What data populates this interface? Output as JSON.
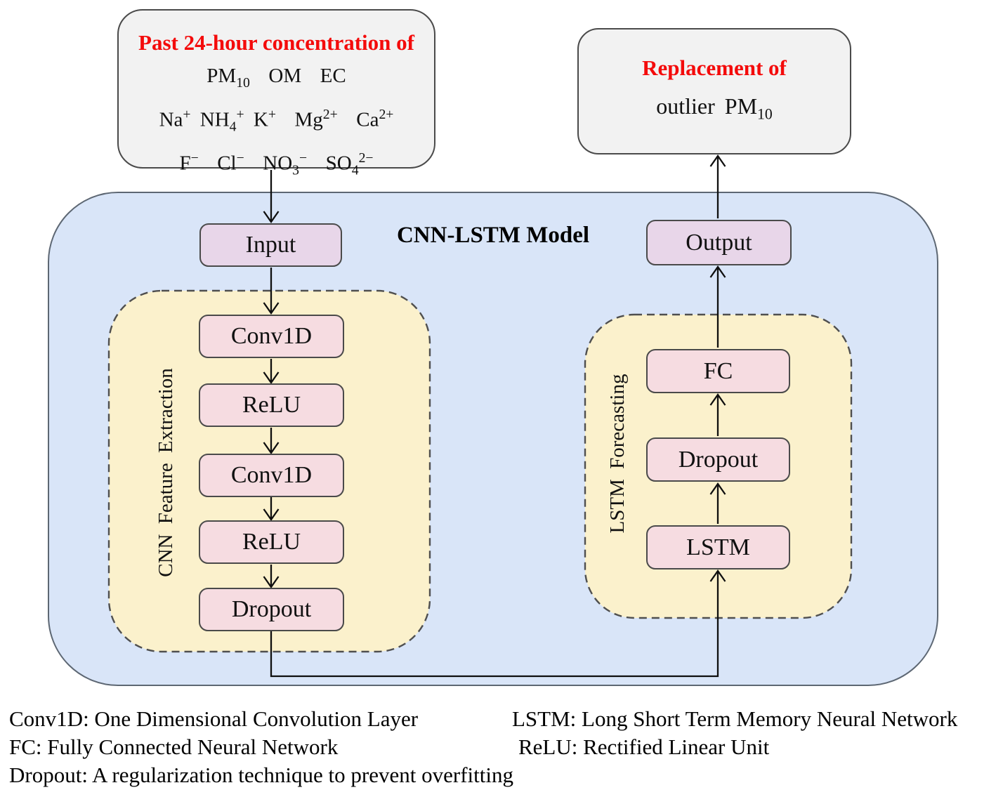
{
  "source_box": {
    "title": "Past 24-hour concentration of",
    "rows": [
      "PM<sub>10</sub>&nbsp; OM&nbsp; EC",
      "Na<sup>+</sup> NH<sub>4</sub><sup>+</sup> K<sup>+</sup>&nbsp; Mg<sup>2+</sup>&nbsp; Ca<sup>2+</sup>",
      "F<sup>−</sup>&nbsp; Cl<sup>−</sup>&nbsp; NO<sub>3</sub><sup>−</sup>&nbsp; SO<sub>4</sub><sup>2−</sup>"
    ]
  },
  "replacement_box": {
    "title": "Replacement of",
    "subtitle": "outlier PM<sub>10</sub>"
  },
  "model": {
    "title": "CNN-LSTM Model",
    "input_label": "Input",
    "output_label": "Output",
    "cnn_block": {
      "label": "CNN Feature Extraction",
      "layers": [
        "Conv1D",
        "ReLU",
        "Conv1D",
        "ReLU",
        "Dropout"
      ]
    },
    "lstm_block": {
      "label": "LSTM Forecasting",
      "layers": [
        "FC",
        "Dropout",
        "LSTM"
      ]
    }
  },
  "legend": {
    "rows": [
      {
        "left": "Conv1D: One Dimensional Convolution Layer",
        "right": "LSTM: Long Short Term Memory Neural Network"
      },
      {
        "left": "FC: Fully Connected Neural Network",
        "right": "ReLU: Rectified Linear Unit"
      },
      {
        "left": "Dropout: A regularization technique to prevent overfitting",
        "right": ""
      }
    ]
  },
  "colors": {
    "accent_red": "#f40b0b",
    "container_blue": "#d9e5f8",
    "group_yellow": "#fbf1cc",
    "layer_pink": "#f6dce1",
    "io_lavender": "#e8d6e9",
    "source_gray": "#f2f2f2",
    "arrow_black": "#0f0f0f"
  }
}
